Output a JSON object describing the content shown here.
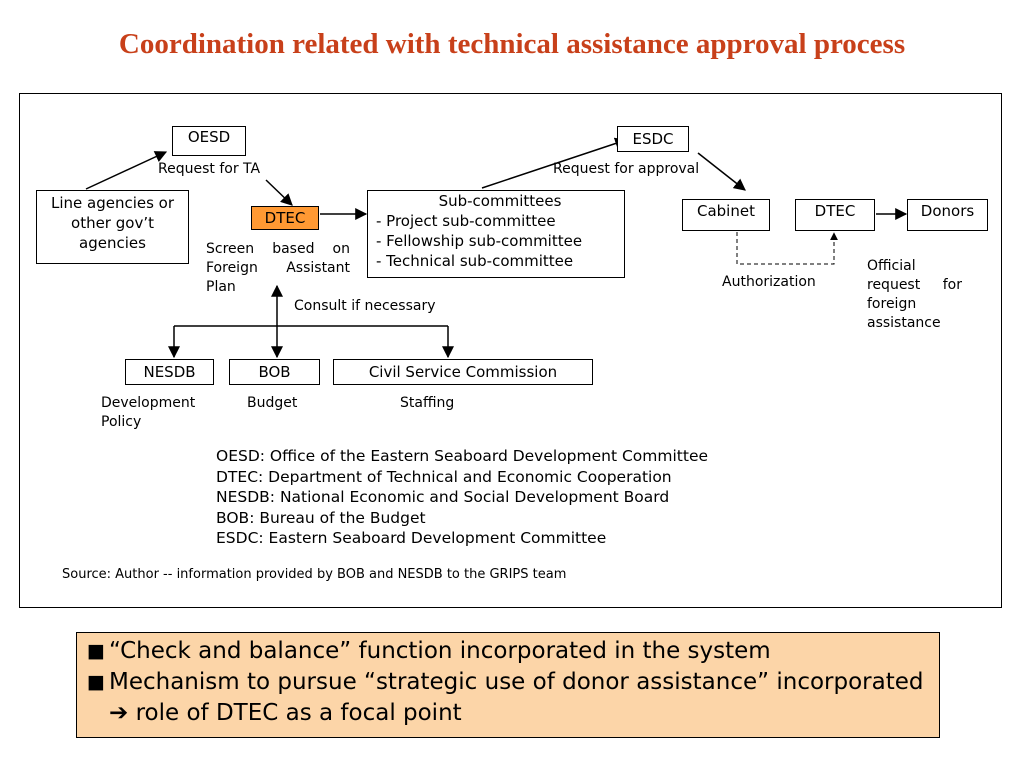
{
  "title": "Coordination related with technical assistance approval process",
  "boxes": {
    "oesd": "OESD",
    "line_agencies": "Line agencies or other gov’t agencies",
    "dtec_left": "DTEC",
    "subcommittees_title": "Sub-committees",
    "subcommittees_items": [
      "- Project sub-committee",
      "- Fellowship sub-committee",
      "- Technical sub-committee"
    ],
    "esdc": "ESDC",
    "cabinet": "Cabinet",
    "dtec_right": "DTEC",
    "donors": "Donors",
    "nesdb": "NESDB",
    "bob": "BOB",
    "csc": "Civil Service Commission"
  },
  "labels": {
    "request_ta": "Request for TA",
    "request_approval": "Request for approval",
    "screen": "Screen based on Foreign Assistant Plan",
    "consult": "Consult if necessary",
    "authorization": "Authorization",
    "official_request": "Official request for foreign assistance",
    "development_policy": "Development Policy",
    "budget": "Budget",
    "staffing": "Staffing"
  },
  "legend": [
    "OESD: Office of the Eastern Seaboard Development Committee",
    "DTEC: Department of Technical and Economic Cooperation",
    "NESDB: National Economic and Social Development Board",
    "BOB: Bureau of the Budget",
    "ESDC: Eastern Seaboard Development Committee"
  ],
  "source": "Source:  Author -- information provided by BOB and NESDB to the GRIPS team",
  "callout": {
    "bullet": "■",
    "line1": "“Check and balance” function incorporated in the system",
    "line2": "Mechanism to pursue “strategic use of donor assistance” incorporated",
    "arrow": "➔",
    "line2_tail": "role of DTEC as a focal point"
  },
  "colors": {
    "title": "#c8401a",
    "dtec_highlight": "#ff9933",
    "callout_bg": "#fcd5a8"
  }
}
